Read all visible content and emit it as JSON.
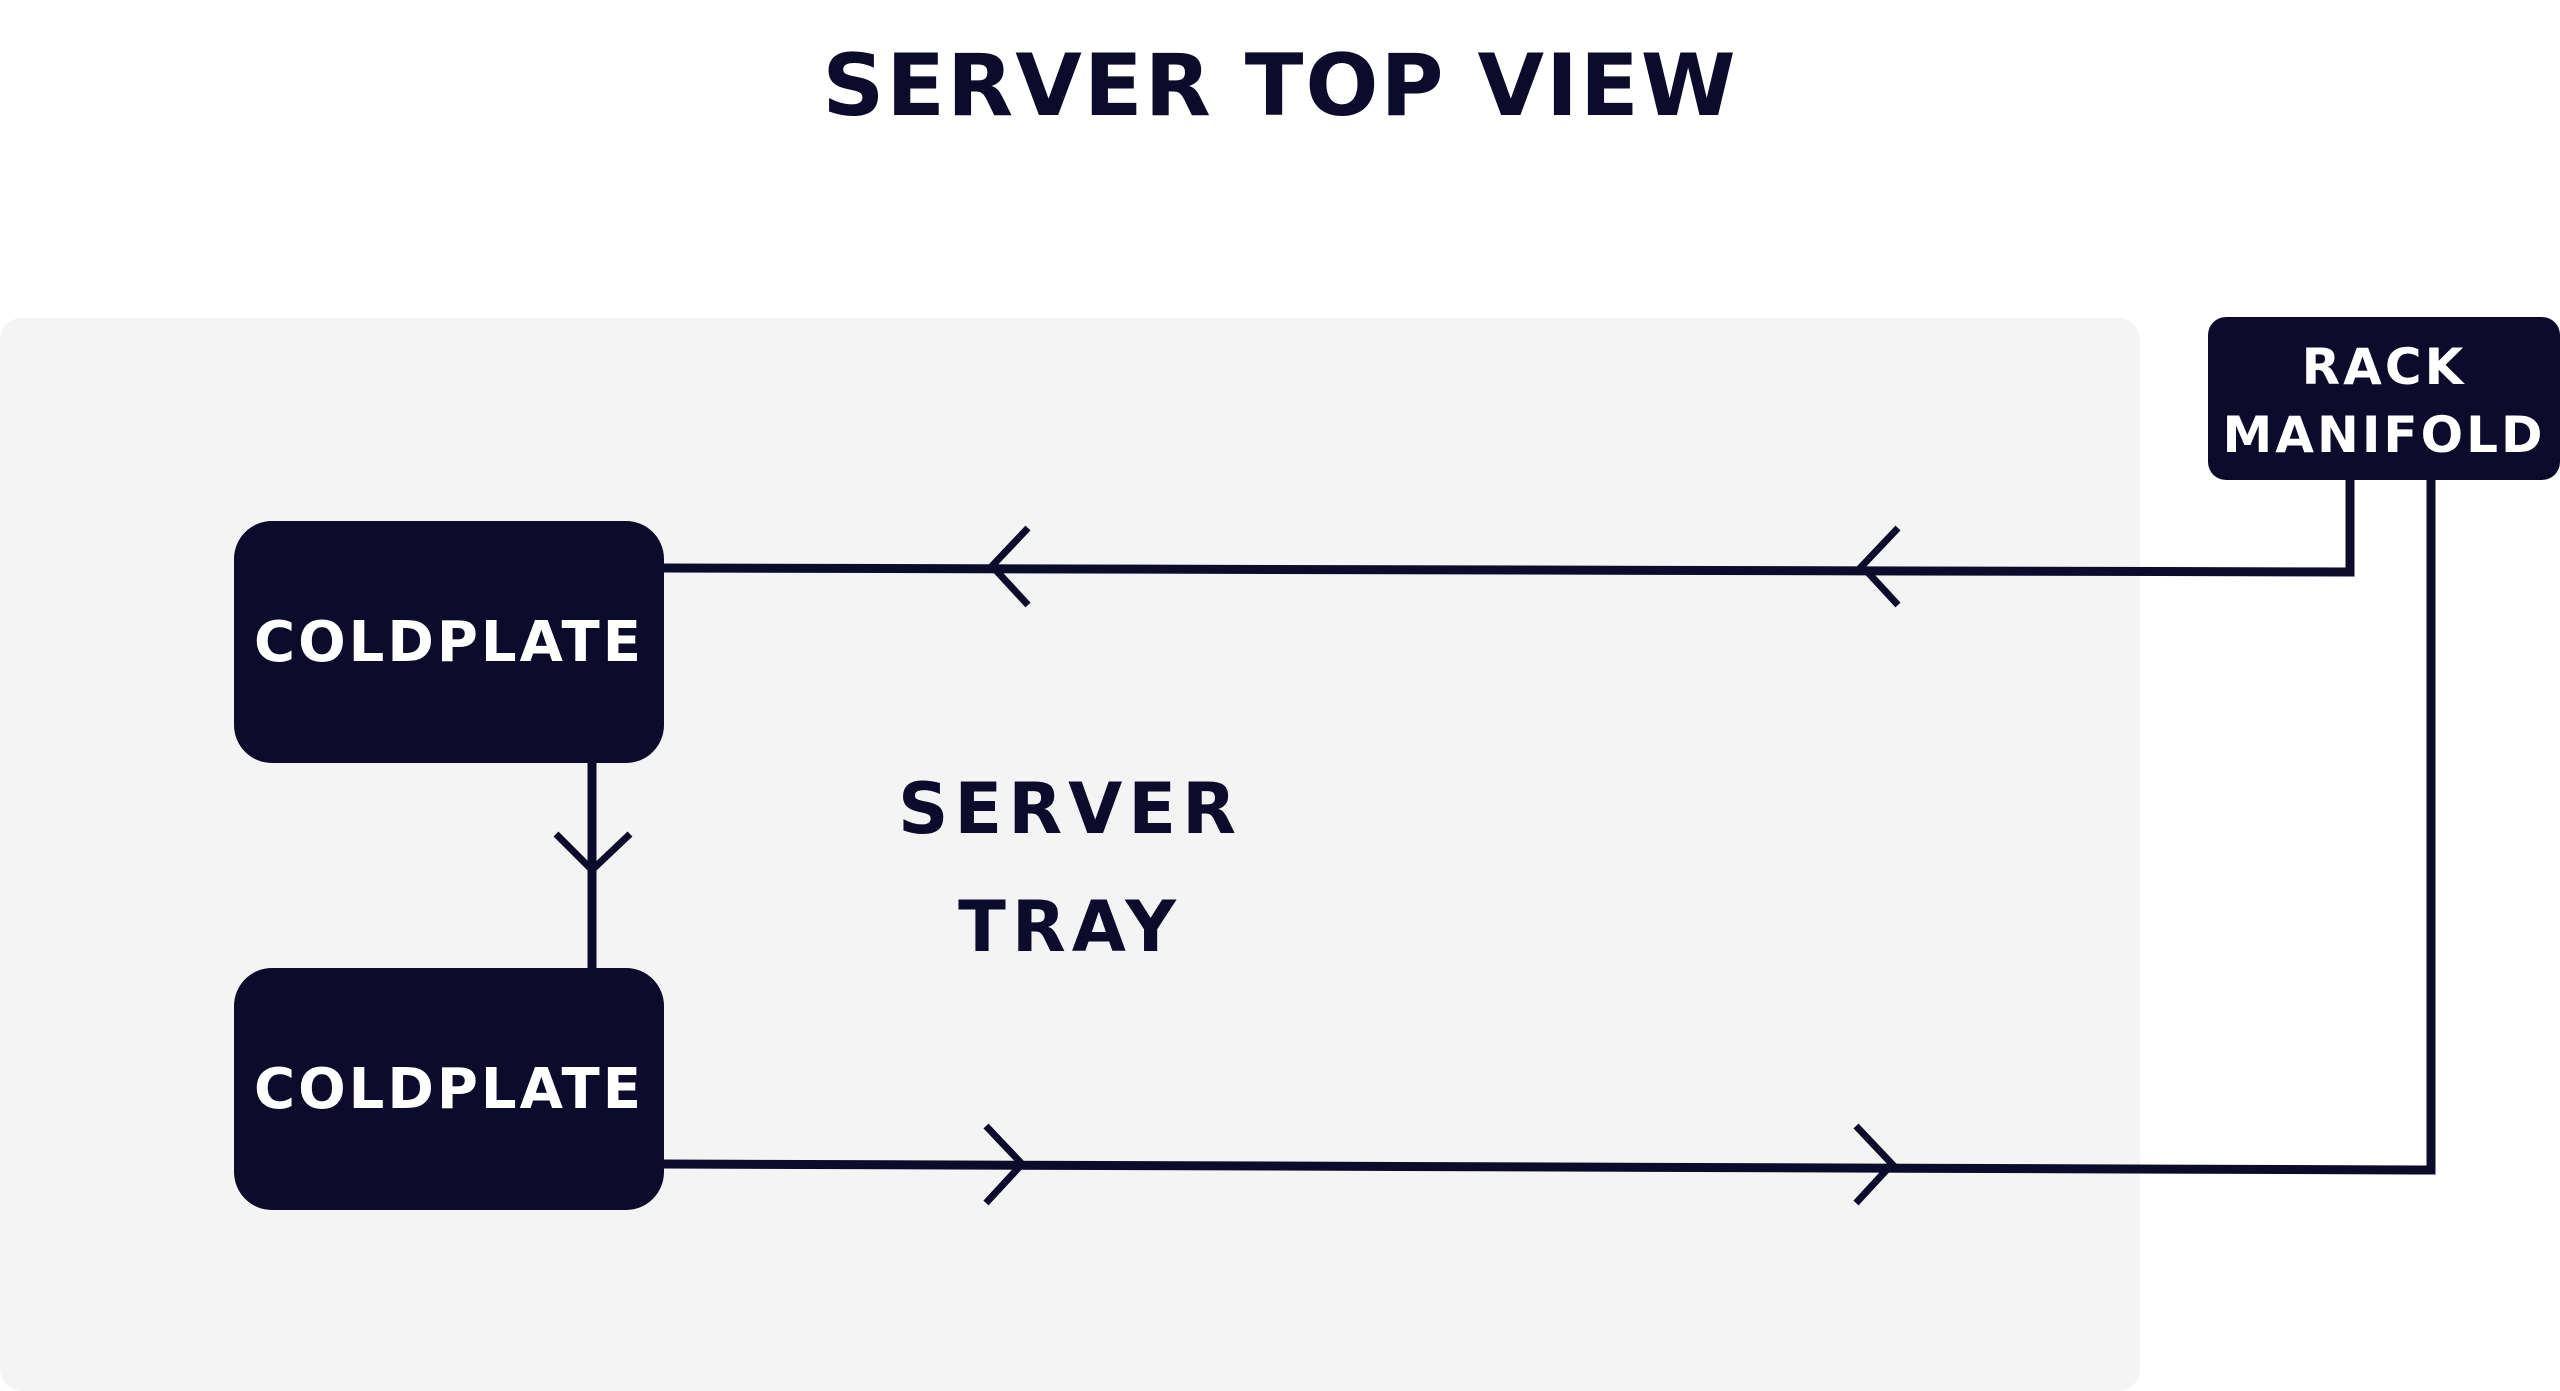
{
  "title": "SERVER TOP VIEW",
  "tray": {
    "label_line1": "SERVER",
    "label_line2": "TRAY"
  },
  "coldplates": [
    {
      "label": "COLDPLATE"
    },
    {
      "label": "COLDPLATE"
    }
  ],
  "manifold": {
    "label_line1": "RACK",
    "label_line2": "MANIFOLD"
  },
  "colors": {
    "ink": "#0d0b2c",
    "tray_bg": "#f4f4f4",
    "text_on_dark": "#ffffff"
  }
}
